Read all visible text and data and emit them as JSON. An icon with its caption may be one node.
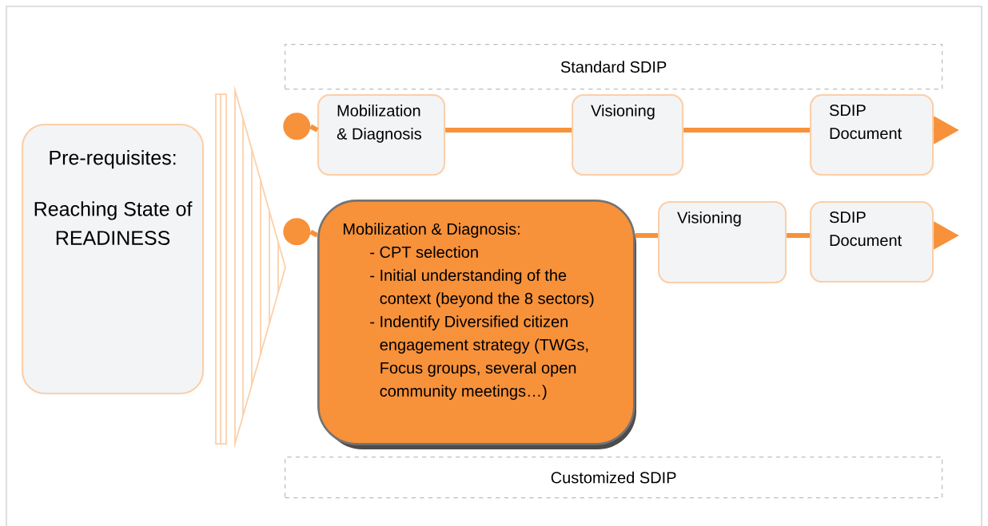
{
  "diagram": {
    "nodes": [
      {
        "text": [
          "Pre-requisites:",
          "Reaching State of READINESS"
        ]
      },
      {
        "text": [
          "Standard SDIP"
        ]
      },
      {
        "text": [],
        "shape": "circle"
      },
      {
        "text": [
          "Mobilization & Diagnosis"
        ]
      },
      {
        "text": [
          "Visioning"
        ]
      },
      {
        "text": [
          "SDIP Document"
        ]
      },
      {
        "text": [],
        "shape": "circle"
      },
      {
        "text": [
          "Mobilization & Diagnosis:",
          "- CPT selection",
          "- Initial understanding of the context (beyond the 8 sectors)",
          "- Indentify Diversified citizen engagement strategy (TWGs, Focus groups, several open community meetings…)"
        ]
      },
      {
        "text": [
          "Visioning"
        ]
      },
      {
        "text": [
          "SDIP Document"
        ]
      },
      {
        "text": [
          "Customized SDIP"
        ]
      }
    ],
    "edges": [
      {
        "from": 2,
        "to": 3,
        "arrow": "none"
      },
      {
        "from": 3,
        "to": 4,
        "arrow": "none"
      },
      {
        "from": 4,
        "to": 5,
        "arrow": "none"
      },
      {
        "from": 5,
        "to": null,
        "arrow": "to"
      },
      {
        "from": 6,
        "to": 7,
        "arrow": "none"
      },
      {
        "from": 7,
        "to": 8,
        "arrow": "none"
      },
      {
        "from": 8,
        "to": 9,
        "arrow": "none"
      },
      {
        "from": 9,
        "to": null,
        "arrow": "to"
      }
    ]
  }
}
